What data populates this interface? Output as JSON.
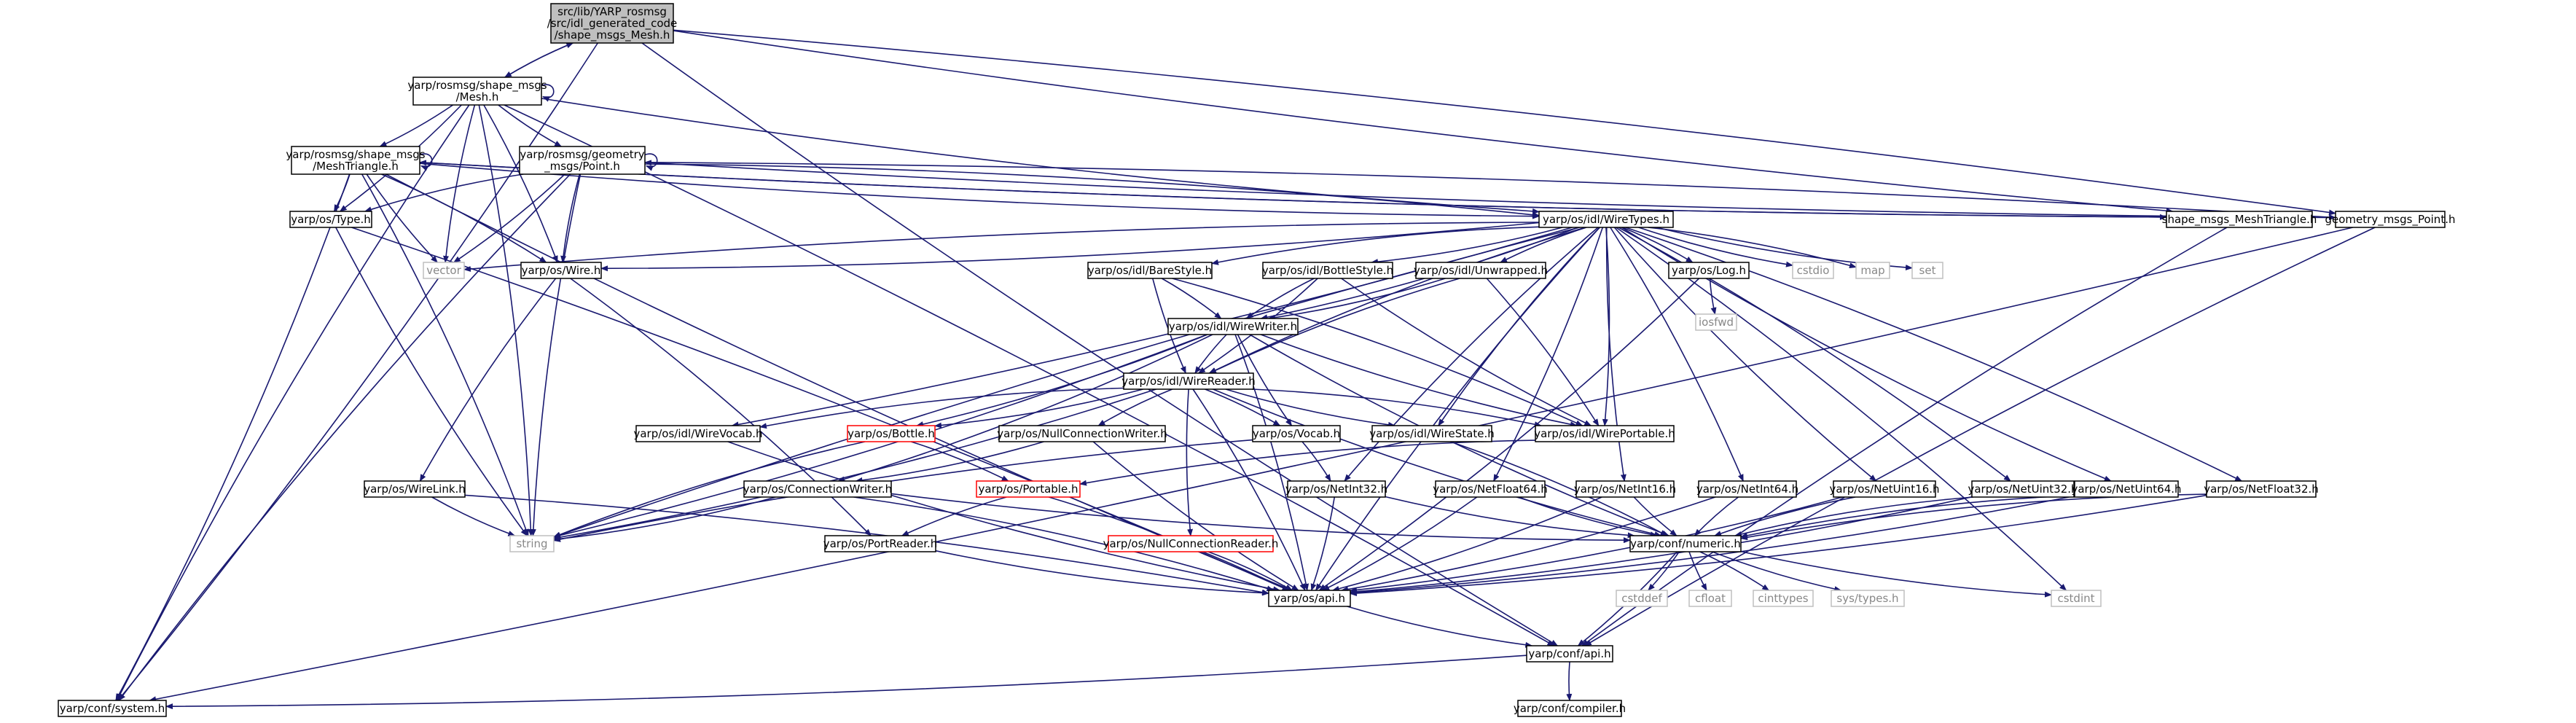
{
  "colors": {
    "edge": "#191970",
    "node_border": "#000000",
    "root_fill": "#bfbfbf",
    "missing_border": "#bfbfbf",
    "truncated_border": "#ff0000",
    "missing_text": "#888888"
  },
  "nodes": {
    "mesh_gen": {
      "lines": [
        "src/lib/YARP_rosmsg",
        "/src/idl_generated_code",
        "/shape_msgs_Mesh.h"
      ],
      "kind": "root"
    },
    "mesh": {
      "lines": [
        "yarp/rosmsg/shape_msgs",
        "/Mesh.h"
      ],
      "kind": "normal"
    },
    "meshtriangle": {
      "lines": [
        "yarp/rosmsg/shape_msgs",
        "/MeshTriangle.h"
      ],
      "kind": "normal"
    },
    "point": {
      "lines": [
        "yarp/rosmsg/geometry",
        "_msgs/Point.h"
      ],
      "kind": "normal"
    },
    "wiretypes": {
      "lines": [
        "yarp/os/idl/WireTypes.h"
      ],
      "kind": "normal"
    },
    "shape_mt": {
      "lines": [
        "shape_msgs_MeshTriangle.h"
      ],
      "kind": "normal"
    },
    "geom_point": {
      "lines": [
        "geometry_msgs_Point.h"
      ],
      "kind": "normal"
    },
    "type": {
      "lines": [
        "yarp/os/Type.h"
      ],
      "kind": "normal"
    },
    "vector": {
      "lines": [
        "vector"
      ],
      "kind": "missing"
    },
    "wire": {
      "lines": [
        "yarp/os/Wire.h"
      ],
      "kind": "normal"
    },
    "barestyle": {
      "lines": [
        "yarp/os/idl/BareStyle.h"
      ],
      "kind": "normal"
    },
    "bottlestyle": {
      "lines": [
        "yarp/os/idl/BottleStyle.h"
      ],
      "kind": "normal"
    },
    "unwrapped": {
      "lines": [
        "yarp/os/idl/Unwrapped.h"
      ],
      "kind": "normal"
    },
    "log": {
      "lines": [
        "yarp/os/Log.h"
      ],
      "kind": "normal"
    },
    "iosfwd": {
      "lines": [
        "iosfwd"
      ],
      "kind": "missing"
    },
    "cstdio": {
      "lines": [
        "cstdio"
      ],
      "kind": "missing"
    },
    "map": {
      "lines": [
        "map"
      ],
      "kind": "missing"
    },
    "set": {
      "lines": [
        "set"
      ],
      "kind": "missing"
    },
    "wirewriter": {
      "lines": [
        "yarp/os/idl/WireWriter.h"
      ],
      "kind": "normal"
    },
    "wirereader": {
      "lines": [
        "yarp/os/idl/WireReader.h"
      ],
      "kind": "normal"
    },
    "wirevocab": {
      "lines": [
        "yarp/os/idl/WireVocab.h"
      ],
      "kind": "normal"
    },
    "bottle": {
      "lines": [
        "yarp/os/Bottle.h"
      ],
      "kind": "truncated"
    },
    "nullconnwriter": {
      "lines": [
        "yarp/os/NullConnectionWriter.h"
      ],
      "kind": "normal"
    },
    "vocab": {
      "lines": [
        "yarp/os/Vocab.h"
      ],
      "kind": "normal"
    },
    "wirestate": {
      "lines": [
        "yarp/os/idl/WireState.h"
      ],
      "kind": "normal"
    },
    "wireportable": {
      "lines": [
        "yarp/os/idl/WirePortable.h"
      ],
      "kind": "normal"
    },
    "wirelink": {
      "lines": [
        "yarp/os/WireLink.h"
      ],
      "kind": "normal"
    },
    "connwriter": {
      "lines": [
        "yarp/os/ConnectionWriter.h"
      ],
      "kind": "normal"
    },
    "portable": {
      "lines": [
        "yarp/os/Portable.h"
      ],
      "kind": "truncated"
    },
    "netint32": {
      "lines": [
        "yarp/os/NetInt32.h"
      ],
      "kind": "normal"
    },
    "netfloat64": {
      "lines": [
        "yarp/os/NetFloat64.h"
      ],
      "kind": "normal"
    },
    "netint16": {
      "lines": [
        "yarp/os/NetInt16.h"
      ],
      "kind": "normal"
    },
    "netint64": {
      "lines": [
        "yarp/os/NetInt64.h"
      ],
      "kind": "normal"
    },
    "netuint16": {
      "lines": [
        "yarp/os/NetUint16.h"
      ],
      "kind": "normal"
    },
    "netuint32": {
      "lines": [
        "yarp/os/NetUint32.h"
      ],
      "kind": "normal"
    },
    "netuint64": {
      "lines": [
        "yarp/os/NetUint64.h"
      ],
      "kind": "normal"
    },
    "netfloat32": {
      "lines": [
        "yarp/os/NetFloat32.h"
      ],
      "kind": "normal"
    },
    "string": {
      "lines": [
        "string"
      ],
      "kind": "missing"
    },
    "portreader": {
      "lines": [
        "yarp/os/PortReader.h"
      ],
      "kind": "normal"
    },
    "nullconnreader": {
      "lines": [
        "yarp/os/NullConnectionReader.h"
      ],
      "kind": "truncated"
    },
    "numeric": {
      "lines": [
        "yarp/conf/numeric.h"
      ],
      "kind": "normal"
    },
    "osapi": {
      "lines": [
        "yarp/os/api.h"
      ],
      "kind": "normal"
    },
    "cstdint": {
      "lines": [
        "cstdint"
      ],
      "kind": "missing"
    },
    "cstddef": {
      "lines": [
        "cstddef"
      ],
      "kind": "missing"
    },
    "cfloat": {
      "lines": [
        "cfloat"
      ],
      "kind": "missing"
    },
    "cinttypes": {
      "lines": [
        "cinttypes"
      ],
      "kind": "missing"
    },
    "systypes": {
      "lines": [
        "sys/types.h"
      ],
      "kind": "missing"
    },
    "confapi": {
      "lines": [
        "yarp/conf/api.h"
      ],
      "kind": "normal"
    },
    "system": {
      "lines": [
        "yarp/conf/system.h"
      ],
      "kind": "normal"
    },
    "compiler": {
      "lines": [
        "yarp/conf/compiler.h"
      ],
      "kind": "normal"
    }
  },
  "edges": [
    [
      "mesh_gen",
      "mesh"
    ],
    [
      "mesh_gen",
      "system"
    ],
    [
      "mesh_gen",
      "shape_mt"
    ],
    [
      "mesh_gen",
      "geom_point"
    ],
    [
      "mesh_gen",
      "confapi"
    ],
    [
      "mesh",
      "mesh_gen"
    ],
    [
      "mesh",
      "mesh"
    ],
    [
      "mesh",
      "meshtriangle"
    ],
    [
      "mesh",
      "point"
    ],
    [
      "mesh",
      "type"
    ],
    [
      "mesh",
      "vector"
    ],
    [
      "mesh",
      "wire"
    ],
    [
      "mesh",
      "wiretypes"
    ],
    [
      "mesh",
      "string"
    ],
    [
      "mesh",
      "system"
    ],
    [
      "mesh",
      "confapi"
    ],
    [
      "meshtriangle",
      "meshtriangle"
    ],
    [
      "meshtriangle",
      "type"
    ],
    [
      "meshtriangle",
      "vector"
    ],
    [
      "meshtriangle",
      "wire"
    ],
    [
      "meshtriangle",
      "wiretypes"
    ],
    [
      "meshtriangle",
      "string"
    ],
    [
      "meshtriangle",
      "shape_mt"
    ],
    [
      "meshtriangle",
      "system"
    ],
    [
      "meshtriangle",
      "osapi"
    ],
    [
      "point",
      "point"
    ],
    [
      "point",
      "type"
    ],
    [
      "point",
      "vector"
    ],
    [
      "point",
      "wire"
    ],
    [
      "point",
      "wiretypes"
    ],
    [
      "point",
      "string"
    ],
    [
      "point",
      "geom_point"
    ],
    [
      "point",
      "system"
    ],
    [
      "shape_mt",
      "meshtriangle"
    ],
    [
      "shape_mt",
      "confapi"
    ],
    [
      "geom_point",
      "point"
    ],
    [
      "geom_point",
      "confapi"
    ],
    [
      "geom_point",
      "system"
    ],
    [
      "type",
      "string"
    ],
    [
      "type",
      "osapi"
    ],
    [
      "wire",
      "wirelink"
    ],
    [
      "wire",
      "portreader"
    ],
    [
      "wirelink",
      "string"
    ],
    [
      "wirelink",
      "osapi"
    ],
    [
      "wiretypes",
      "vector"
    ],
    [
      "wiretypes",
      "wire"
    ],
    [
      "wiretypes",
      "barestyle"
    ],
    [
      "wiretypes",
      "bottlestyle"
    ],
    [
      "wiretypes",
      "unwrapped"
    ],
    [
      "wiretypes",
      "log"
    ],
    [
      "wiretypes",
      "cstdio"
    ],
    [
      "wiretypes",
      "map"
    ],
    [
      "wiretypes",
      "set"
    ],
    [
      "wiretypes",
      "wirewriter"
    ],
    [
      "wiretypes",
      "wirereader"
    ],
    [
      "wiretypes",
      "wirevocab"
    ],
    [
      "wiretypes",
      "wirestate"
    ],
    [
      "wiretypes",
      "wireportable"
    ],
    [
      "wiretypes",
      "string"
    ],
    [
      "wiretypes",
      "cstdint"
    ],
    [
      "wiretypes",
      "netint32"
    ],
    [
      "wiretypes",
      "netfloat64"
    ],
    [
      "wiretypes",
      "netint16"
    ],
    [
      "wiretypes",
      "netint64"
    ],
    [
      "wiretypes",
      "netuint16"
    ],
    [
      "wiretypes",
      "netuint32"
    ],
    [
      "wiretypes",
      "netuint64"
    ],
    [
      "wiretypes",
      "netfloat32"
    ],
    [
      "wiretypes",
      "osapi"
    ],
    [
      "barestyle",
      "wirewriter"
    ],
    [
      "barestyle",
      "wirereader"
    ],
    [
      "barestyle",
      "wireportable"
    ],
    [
      "bottlestyle",
      "wirewriter"
    ],
    [
      "bottlestyle",
      "wirereader"
    ],
    [
      "bottlestyle",
      "wireportable"
    ],
    [
      "unwrapped",
      "wirewriter"
    ],
    [
      "unwrapped",
      "wirereader"
    ],
    [
      "unwrapped",
      "wireportable"
    ],
    [
      "log",
      "iosfwd"
    ],
    [
      "log",
      "osapi"
    ],
    [
      "wirewriter",
      "wirereader"
    ],
    [
      "wirewriter",
      "bottle"
    ],
    [
      "wirewriter",
      "vocab"
    ],
    [
      "wirewriter",
      "connwriter"
    ],
    [
      "wirewriter",
      "wireportable"
    ],
    [
      "wirewriter",
      "string"
    ],
    [
      "wirewriter",
      "numeric"
    ],
    [
      "wirewriter",
      "osapi"
    ],
    [
      "wirereader",
      "wirevocab"
    ],
    [
      "wirereader",
      "bottle"
    ],
    [
      "wirereader",
      "nullconnwriter"
    ],
    [
      "wirereader",
      "vocab"
    ],
    [
      "wirereader",
      "wirestate"
    ],
    [
      "wirereader",
      "wireportable"
    ],
    [
      "wirereader",
      "nullconnreader"
    ],
    [
      "wirereader",
      "string"
    ],
    [
      "wirereader",
      "numeric"
    ],
    [
      "wirereader",
      "osapi"
    ],
    [
      "wirevocab",
      "osapi"
    ],
    [
      "bottle",
      "portable"
    ],
    [
      "bottle",
      "string"
    ],
    [
      "nullconnwriter",
      "connwriter"
    ],
    [
      "nullconnwriter",
      "osapi"
    ],
    [
      "vocab",
      "netint32"
    ],
    [
      "vocab",
      "string"
    ],
    [
      "wirestate",
      "numeric"
    ],
    [
      "wireportable",
      "portable"
    ],
    [
      "connwriter",
      "string"
    ],
    [
      "connwriter",
      "numeric"
    ],
    [
      "connwriter",
      "osapi"
    ],
    [
      "portable",
      "portreader"
    ],
    [
      "portable",
      "osapi"
    ],
    [
      "portreader",
      "osapi"
    ],
    [
      "nullconnreader",
      "osapi"
    ],
    [
      "netint32",
      "numeric"
    ],
    [
      "netint32",
      "osapi"
    ],
    [
      "netfloat64",
      "numeric"
    ],
    [
      "netfloat64",
      "osapi"
    ],
    [
      "netint16",
      "numeric"
    ],
    [
      "netint16",
      "osapi"
    ],
    [
      "netint64",
      "numeric"
    ],
    [
      "netint64",
      "osapi"
    ],
    [
      "netuint16",
      "numeric"
    ],
    [
      "netuint16",
      "osapi"
    ],
    [
      "netuint32",
      "numeric"
    ],
    [
      "netuint32",
      "osapi"
    ],
    [
      "netuint64",
      "numeric"
    ],
    [
      "netuint64",
      "osapi"
    ],
    [
      "netfloat32",
      "numeric"
    ],
    [
      "netfloat32",
      "osapi"
    ],
    [
      "numeric",
      "cstdint"
    ],
    [
      "numeric",
      "cstddef"
    ],
    [
      "numeric",
      "cfloat"
    ],
    [
      "numeric",
      "cinttypes"
    ],
    [
      "numeric",
      "systypes"
    ],
    [
      "numeric",
      "confapi"
    ],
    [
      "osapi",
      "confapi"
    ],
    [
      "confapi",
      "system"
    ],
    [
      "confapi",
      "compiler"
    ]
  ]
}
